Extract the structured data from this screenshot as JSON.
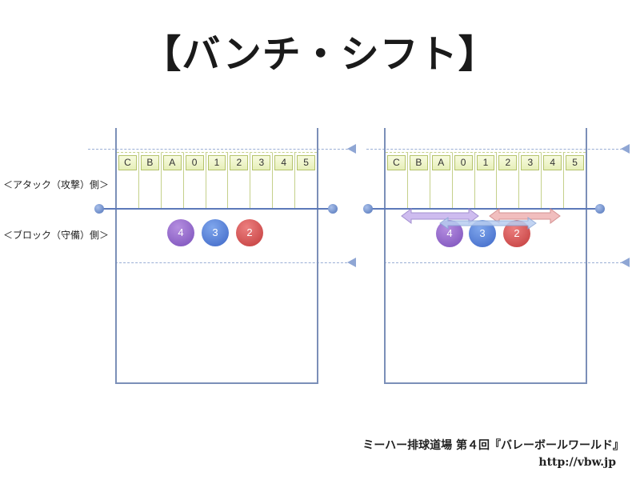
{
  "title": "【バンチ・シフト】",
  "labels": {
    "attack": "＜アタック（攻撃）側＞",
    "block": "＜ブロック（守備）側＞"
  },
  "zones": [
    "C",
    "B",
    "A",
    "0",
    "1",
    "2",
    "3",
    "4",
    "5"
  ],
  "players": [
    "4",
    "3",
    "2"
  ],
  "colors": {
    "court_line": "#7b8fb8",
    "net": "#5c79b9",
    "zone_border": "#b5c36d",
    "player_4": "#7a4fba",
    "player_3": "#3e67c7",
    "player_2": "#c23b3b",
    "arrow_purple": "#c9b5ee",
    "arrow_blue": "#b8cdf0",
    "arrow_red": "#f0b7b7"
  },
  "footer": {
    "line1": "ミーハー排球道場 第４回『バレーボールワールド』",
    "line2": "http://vbw.jp"
  }
}
